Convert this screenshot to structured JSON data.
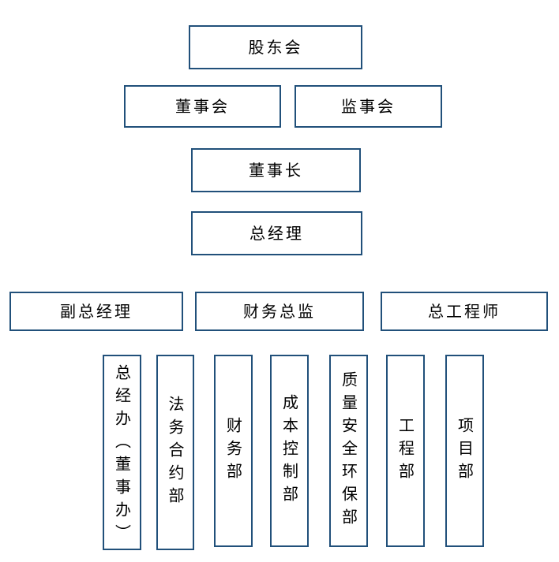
{
  "chart_data": {
    "type": "diagram",
    "title": "",
    "diagram_kind": "organizational-chart",
    "orientation": "top-down",
    "levels": [
      {
        "level": 1,
        "nodes": [
          "股东会"
        ]
      },
      {
        "level": 2,
        "nodes": [
          "董事会",
          "监事会"
        ]
      },
      {
        "level": 3,
        "nodes": [
          "董事长"
        ]
      },
      {
        "level": 4,
        "nodes": [
          "总经理"
        ]
      },
      {
        "level": 5,
        "nodes": [
          "副总经理",
          "财务总监",
          "总工程师"
        ]
      },
      {
        "level": 6,
        "nodes": [
          "总经办（董事办）",
          "法务合约部",
          "财务部",
          "成本控制部",
          "质量安全环保部",
          "工程部",
          "项目部"
        ]
      }
    ]
  },
  "colors": {
    "border": "#21507a",
    "text": "#000000",
    "background": "#ffffff"
  },
  "org": {
    "shareholders_meeting": "股东会",
    "board_of_directors": "董事会",
    "board_of_supervisors": "监事会",
    "chairman": "董事长",
    "general_manager": "总经理",
    "deputy_general_manager": "副总经理",
    "chief_financial_officer": "财务总监",
    "chief_engineer": "总工程师",
    "departments": [
      "总经办（董事办）",
      "法务合约部",
      "财务部",
      "成本控制部",
      "质量安全环保部",
      "工程部",
      "项目部"
    ]
  }
}
